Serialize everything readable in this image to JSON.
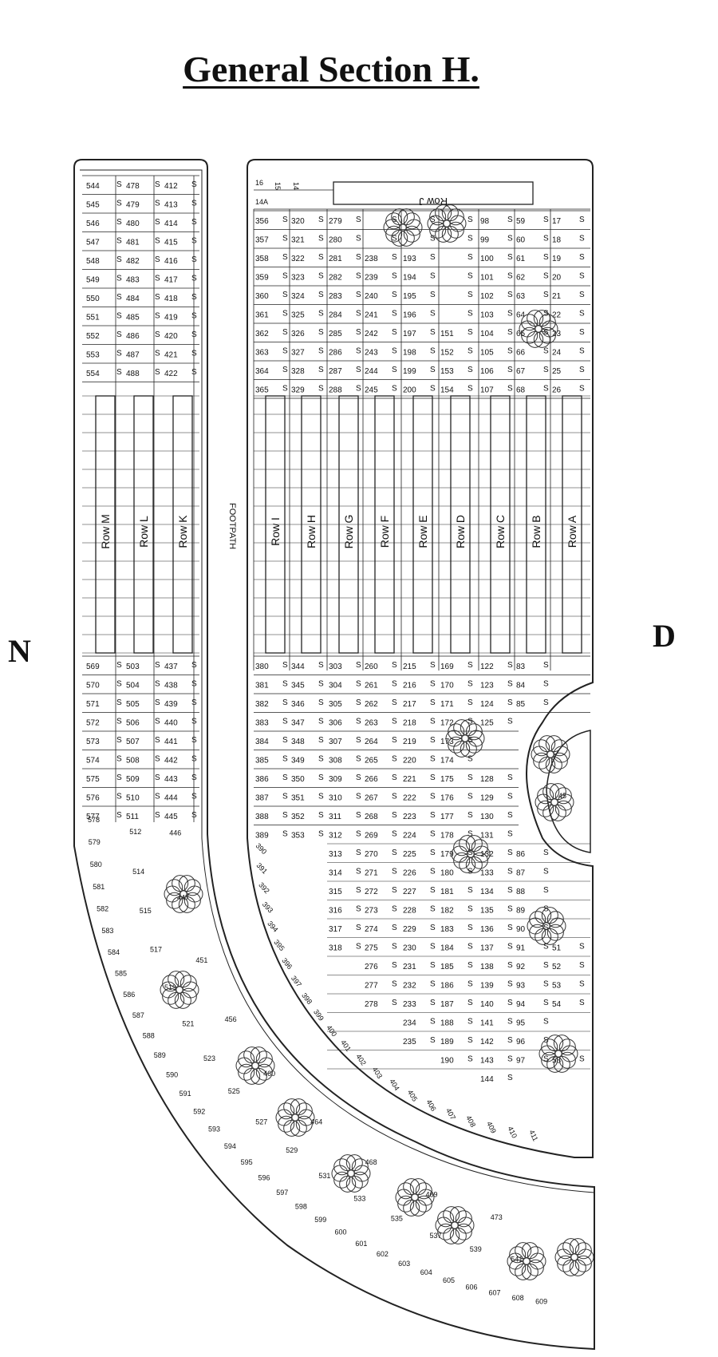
{
  "title": "General Section H.",
  "compass": {
    "left": "N",
    "right": "D"
  },
  "footpath_label": "FOOTPATH",
  "plot_marker": "S",
  "rows": {
    "J": "Row J",
    "A": "Row A",
    "B": "Row B",
    "C": "Row C",
    "D": "Row D",
    "E": "Row E",
    "F": "Row F",
    "G": "Row G",
    "H": "Row H",
    "I": "Row I",
    "K": "Row K",
    "L": "Row L",
    "M": "Row M"
  },
  "left_block": {
    "col1": [
      "544",
      "545",
      "546",
      "547",
      "548",
      "549",
      "550",
      "551",
      "552",
      "553",
      "554"
    ],
    "col2": [
      "478",
      "479",
      "480",
      "481",
      "482",
      "483",
      "484",
      "485",
      "486",
      "487",
      "488"
    ],
    "col3": [
      "412",
      "413",
      "414",
      "415",
      "416",
      "417",
      "418",
      "419",
      "420",
      "421",
      "422"
    ],
    "lower_col1": [
      "569",
      "570",
      "571",
      "572",
      "573",
      "574",
      "575",
      "576",
      "577"
    ],
    "lower_col2": [
      "503",
      "504",
      "505",
      "506",
      "507",
      "508",
      "509",
      "510",
      "511"
    ],
    "lower_col3": [
      "437",
      "438",
      "439",
      "440",
      "441",
      "442",
      "443",
      "444",
      "445"
    ],
    "arc_col1": [
      "578",
      "579",
      "580",
      "581",
      "582",
      "583",
      "584",
      "585",
      "586",
      "587",
      "588",
      "589",
      "590",
      "591",
      "592",
      "593",
      "594",
      "595",
      "596",
      "597",
      "598",
      "599",
      "600",
      "601",
      "602",
      "603",
      "604",
      "605",
      "606",
      "607",
      "608",
      "609"
    ],
    "arc_col2": [
      "512",
      "514",
      "515",
      "517",
      "519",
      "521",
      "523",
      "525",
      "527",
      "529",
      "531",
      "533",
      "535",
      "537",
      "539",
      "541"
    ],
    "arc_col3": [
      "446",
      "447",
      "451",
      "456",
      "460",
      "464",
      "468",
      "469",
      "473"
    ]
  },
  "right_block": {
    "top_small": [
      "16",
      "15",
      "14",
      "14A"
    ],
    "upper": {
      "colI": [
        "356",
        "357",
        "358",
        "359",
        "360",
        "361",
        "362",
        "363",
        "364",
        "365"
      ],
      "colH": [
        "320",
        "321",
        "322",
        "323",
        "324",
        "325",
        "326",
        "327",
        "328",
        "329"
      ],
      "colG": [
        "279",
        "280",
        "281",
        "282",
        "283",
        "284",
        "285",
        "286",
        "287",
        "288"
      ],
      "colF": [
        "",
        "",
        "238",
        "239",
        "240",
        "241",
        "242",
        "243",
        "244",
        "245"
      ],
      "colE": [
        "",
        "",
        "193",
        "194",
        "195",
        "196",
        "197",
        "198",
        "199",
        "200"
      ],
      "colD": [
        "",
        "",
        "",
        "",
        "",
        "",
        "151",
        "152",
        "153",
        "154"
      ],
      "colC": [
        "98",
        "99",
        "100",
        "101",
        "102",
        "103",
        "104",
        "105",
        "106",
        "107"
      ],
      "colB": [
        "59",
        "60",
        "61",
        "62",
        "63",
        "64",
        "65",
        "66",
        "67",
        "68"
      ],
      "colA": [
        "17",
        "18",
        "19",
        "20",
        "21",
        "22",
        "23",
        "24",
        "25",
        "26"
      ]
    },
    "lower": {
      "colI": [
        "380",
        "381",
        "382",
        "383",
        "384",
        "385",
        "386",
        "387",
        "388",
        "389"
      ],
      "colH": [
        "344",
        "345",
        "346",
        "347",
        "348",
        "349",
        "350",
        "351",
        "352",
        "353"
      ],
      "colG": [
        "303",
        "304",
        "305",
        "306",
        "307",
        "308",
        "309",
        "310",
        "311",
        "312"
      ],
      "colF": [
        "260",
        "261",
        "262",
        "263",
        "264",
        "265",
        "266",
        "267",
        "268",
        "269"
      ],
      "colE": [
        "215",
        "216",
        "217",
        "218",
        "219",
        "220",
        "221",
        "222",
        "223",
        "224"
      ],
      "colD": [
        "169",
        "170",
        "171",
        "172",
        "173",
        "174",
        "175",
        "176",
        "177",
        "178"
      ],
      "colC": [
        "122",
        "123",
        "124",
        "125",
        "",
        "",
        "128",
        "129",
        "130",
        "131"
      ],
      "colB": [
        "83",
        "84",
        "85",
        "",
        "",
        "",
        "",
        "",
        "",
        ""
      ]
    },
    "arc_inner": [
      "390",
      "391",
      "392",
      "393",
      "394",
      "395",
      "396",
      "397",
      "398",
      "399",
      "400",
      "401",
      "402",
      "403",
      "404",
      "405",
      "406",
      "407",
      "408",
      "409",
      "410",
      "411"
    ],
    "bottom": {
      "colG": [
        "313",
        "314",
        "315",
        "316",
        "317",
        "318"
      ],
      "colF": [
        "270",
        "271",
        "272",
        "273",
        "274",
        "275",
        "276",
        "277",
        "278"
      ],
      "colE": [
        "225",
        "226",
        "227",
        "228",
        "229",
        "230",
        "231",
        "232",
        "233",
        "234",
        "235"
      ],
      "colD": [
        "179",
        "180",
        "181",
        "182",
        "183",
        "184",
        "185",
        "186",
        "187",
        "188",
        "189",
        "190"
      ],
      "colC": [
        "132",
        "133",
        "134",
        "135",
        "136",
        "137",
        "138",
        "139",
        "140",
        "141",
        "142",
        "143",
        "144"
      ],
      "colB": [
        "86",
        "87",
        "88",
        "89",
        "90",
        "91",
        "92",
        "93",
        "94",
        "95",
        "96",
        "97"
      ],
      "colA": [
        "",
        "",
        "",
        "",
        "",
        "51",
        "52",
        "53",
        "54",
        "",
        "",
        "58"
      ]
    },
    "island": [
      "45"
    ]
  }
}
